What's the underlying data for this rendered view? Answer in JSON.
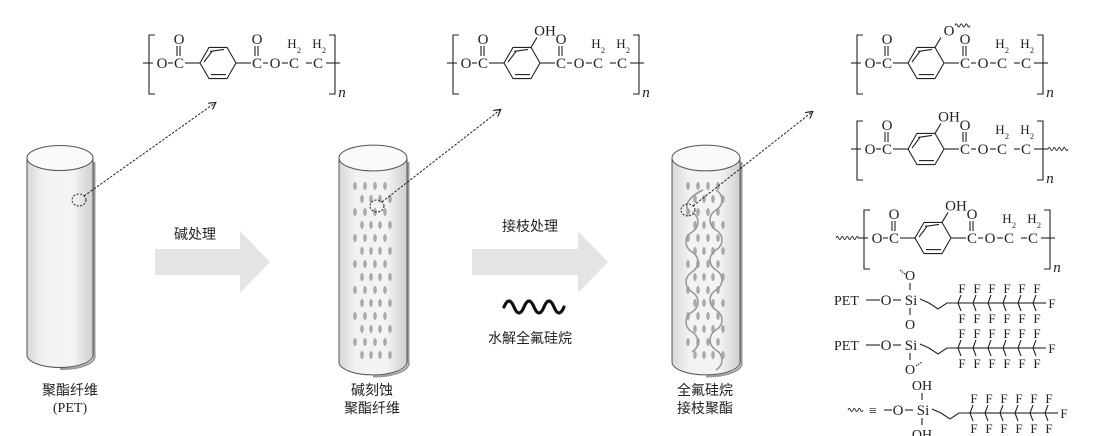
{
  "title": "PET fiber modification scheme: alkali treatment followed by perfluorosilane grafting",
  "stages": [
    {
      "id": "pet",
      "name_line1": "聚酯纤维",
      "name_line2": "(PET)",
      "surface": "smooth"
    },
    {
      "id": "etched",
      "name_line1": "碱刻蚀",
      "name_line2": "聚酯纤维",
      "surface": "pitted"
    },
    {
      "id": "grafted",
      "name_line1": "全氟硅烷",
      "name_line2": "接枝聚酯",
      "surface": "pitted-with-grafted-chains"
    }
  ],
  "steps": [
    {
      "label": "碱处理",
      "from": "pet",
      "to": "etched"
    },
    {
      "label": "接枝处理",
      "from": "etched",
      "to": "grafted",
      "reagent_label": "水解全氟硅烷",
      "reagent_icon": "wavy-chain-icon"
    }
  ],
  "structures": {
    "pet_repeat": {
      "description": "PET repeat unit",
      "groups": [
        "O",
        "C",
        "O",
        "O",
        "C",
        "O",
        "O",
        "C",
        "H2",
        "C",
        "H2"
      ],
      "subscript": "n"
    },
    "etched_repeat": {
      "description": "Hydroxylated PET repeat unit",
      "substituent": "OH",
      "subscript": "n"
    },
    "grafted": [
      {
        "substituent": "O~",
        "end": "none",
        "subscript": "n"
      },
      {
        "substituent": "OH",
        "end": "wavy-right",
        "subscript": "n"
      },
      {
        "substituent": "OH",
        "end": "wavy-left",
        "subscript": "n"
      }
    ],
    "silane_rows": [
      {
        "prefix": "PET",
        "linker": "O",
        "si": "Si",
        "top": "O",
        "bottom": "O"
      },
      {
        "prefix": "PET",
        "linker": "O",
        "si": "Si",
        "top": "O",
        "bottom": "O"
      },
      {
        "prefix": "~≡",
        "linker": "O",
        "si": "Si",
        "top": "OH",
        "bottom": "OH"
      }
    ],
    "fluorine_atom": "F",
    "text": {
      "O": "O",
      "C": "C",
      "H": "H",
      "sub2": "2",
      "OH": "OH",
      "n": "n",
      "Si": "Si",
      "PET": "PET",
      "F": "F",
      "triple": "≡"
    }
  }
}
